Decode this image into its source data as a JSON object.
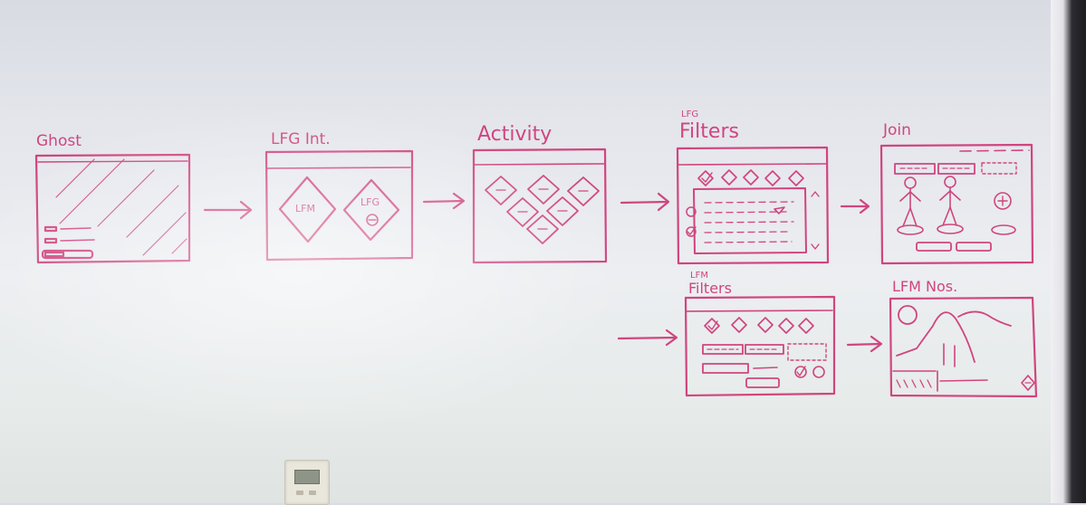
{
  "labels": {
    "ghost": "Ghost",
    "lfg_int": "LFG Int.",
    "activity": "Activity",
    "lfg_filters_small": "LFG",
    "lfg_filters_big": "Filters",
    "join": "Join",
    "lfm_filters_top": "LFM",
    "lfm_filters_bottom": "Filters",
    "lfm_nos": "LFM Nos.",
    "diamond_lfm": "LFM",
    "diamond_lfg": "LFG"
  },
  "colors": {
    "marker": "#d0457f",
    "board": "#e6e8ec"
  }
}
